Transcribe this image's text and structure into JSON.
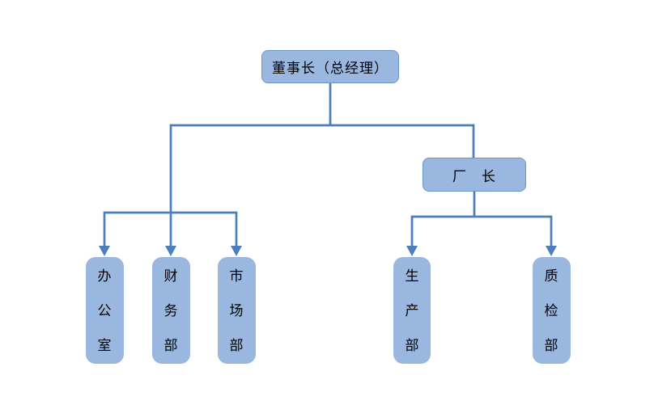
{
  "diagram": {
    "type": "org-chart",
    "nodes": {
      "chairman": {
        "label": "董事长（总经理）"
      },
      "factory_director": {
        "label": "厂　长"
      },
      "office": {
        "label": "办公室"
      },
      "finance": {
        "label": "财务部"
      },
      "market": {
        "label": "市场部"
      },
      "production": {
        "label": "生产部"
      },
      "quality": {
        "label": "质检部"
      }
    },
    "edges": [
      {
        "from": "chairman",
        "to": "office",
        "arrow": true
      },
      {
        "from": "chairman",
        "to": "finance",
        "arrow": true
      },
      {
        "from": "chairman",
        "to": "market",
        "arrow": true
      },
      {
        "from": "chairman",
        "to": "factory_director",
        "arrow": false
      },
      {
        "from": "factory_director",
        "to": "production",
        "arrow": true
      },
      {
        "from": "factory_director",
        "to": "quality",
        "arrow": true
      }
    ],
    "colors": {
      "node_fill": "#9ab7e0",
      "node_border": "#6d96c8",
      "connector_line": "#4c7ebb",
      "text": "#000000",
      "background": "#ffffff"
    }
  }
}
